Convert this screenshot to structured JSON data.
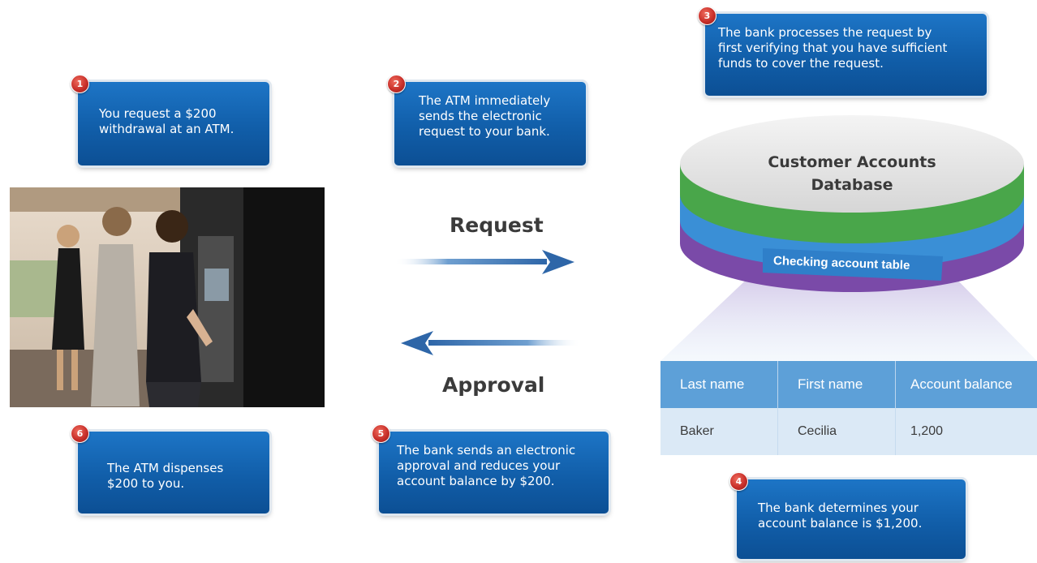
{
  "steps": [
    {
      "number": "1",
      "text": "You request a $200\nwithdrawal at an ATM."
    },
    {
      "number": "2",
      "text": "The ATM immediately\nsends the electronic\nrequest to your bank."
    },
    {
      "number": "3",
      "text": "The bank processes the request by\nfirst verifying that you have sufficient\nfunds to cover the request."
    },
    {
      "number": "4",
      "text": "The bank determines your\naccount balance is $1,200."
    },
    {
      "number": "5",
      "text": "The bank sends an electronic\napproval and reduces your\naccount balance by $200."
    },
    {
      "number": "6",
      "text": "The ATM dispenses\n$200 to you."
    }
  ],
  "flow": {
    "request_label": "Request",
    "approval_label": "Approval"
  },
  "database": {
    "title": "Customer Accounts\nDatabase",
    "band_label": "Checking account table"
  },
  "table": {
    "headers": [
      "Last name",
      "First name",
      "Account balance"
    ],
    "rows": [
      [
        "Baker",
        "Cecilia",
        "1,200"
      ]
    ]
  },
  "colors": {
    "step_box": "#115ea9",
    "badge": "#c8302a",
    "db_green": "#49a64a",
    "db_blue": "#3a8fd6",
    "db_purple": "#7a4aa8",
    "table_header": "#5da0d8"
  }
}
